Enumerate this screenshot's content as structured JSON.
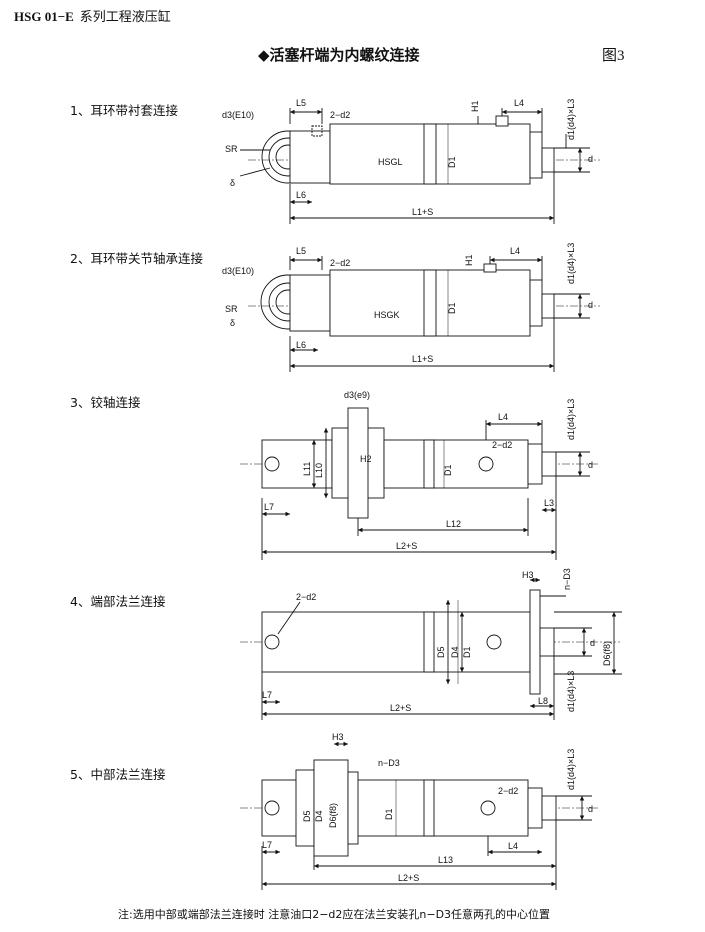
{
  "header": {
    "series": "HSG 01−E",
    "subtitle": "系列工程液压缸"
  },
  "title": "◆活塞杆端为内螺纹连接",
  "figure_label": "图3",
  "sections": [
    {
      "label": "1、耳环带衬套连接",
      "model": "HSGL"
    },
    {
      "label": "2、耳环带关节轴承连接",
      "model": "HSGK"
    },
    {
      "label": "3、铰轴连接"
    },
    {
      "label": "4、端部法兰连接"
    },
    {
      "label": "5、中部法兰连接"
    }
  ],
  "dims": {
    "d3_e10": "d3(E10)",
    "d3_e9": "d3(e9)",
    "L5": "L5",
    "two_d2": "2−d2",
    "L4": "L4",
    "H1": "H1",
    "d1_d4_L3": "d1(d4)×L3",
    "d": "d",
    "D1": "D1",
    "SR": "SR",
    "delta": "δ",
    "L6": "L6",
    "L1_S": "L1+S",
    "L11": "L11",
    "L10": "L10",
    "H2": "H2",
    "L7": "L7",
    "L12": "L12",
    "L3": "L3",
    "L2_S": "L2+S",
    "H3": "H3",
    "n_D3": "n−D3",
    "D5": "D5",
    "D4": "D4",
    "D6_f8": "D6(f8)",
    "L8": "L8",
    "L13": "L13"
  },
  "note": "注:选用中部或端部法兰连接时 注意油口2−d2应在法兰安装孔n−D3任意两孔的中心位置"
}
